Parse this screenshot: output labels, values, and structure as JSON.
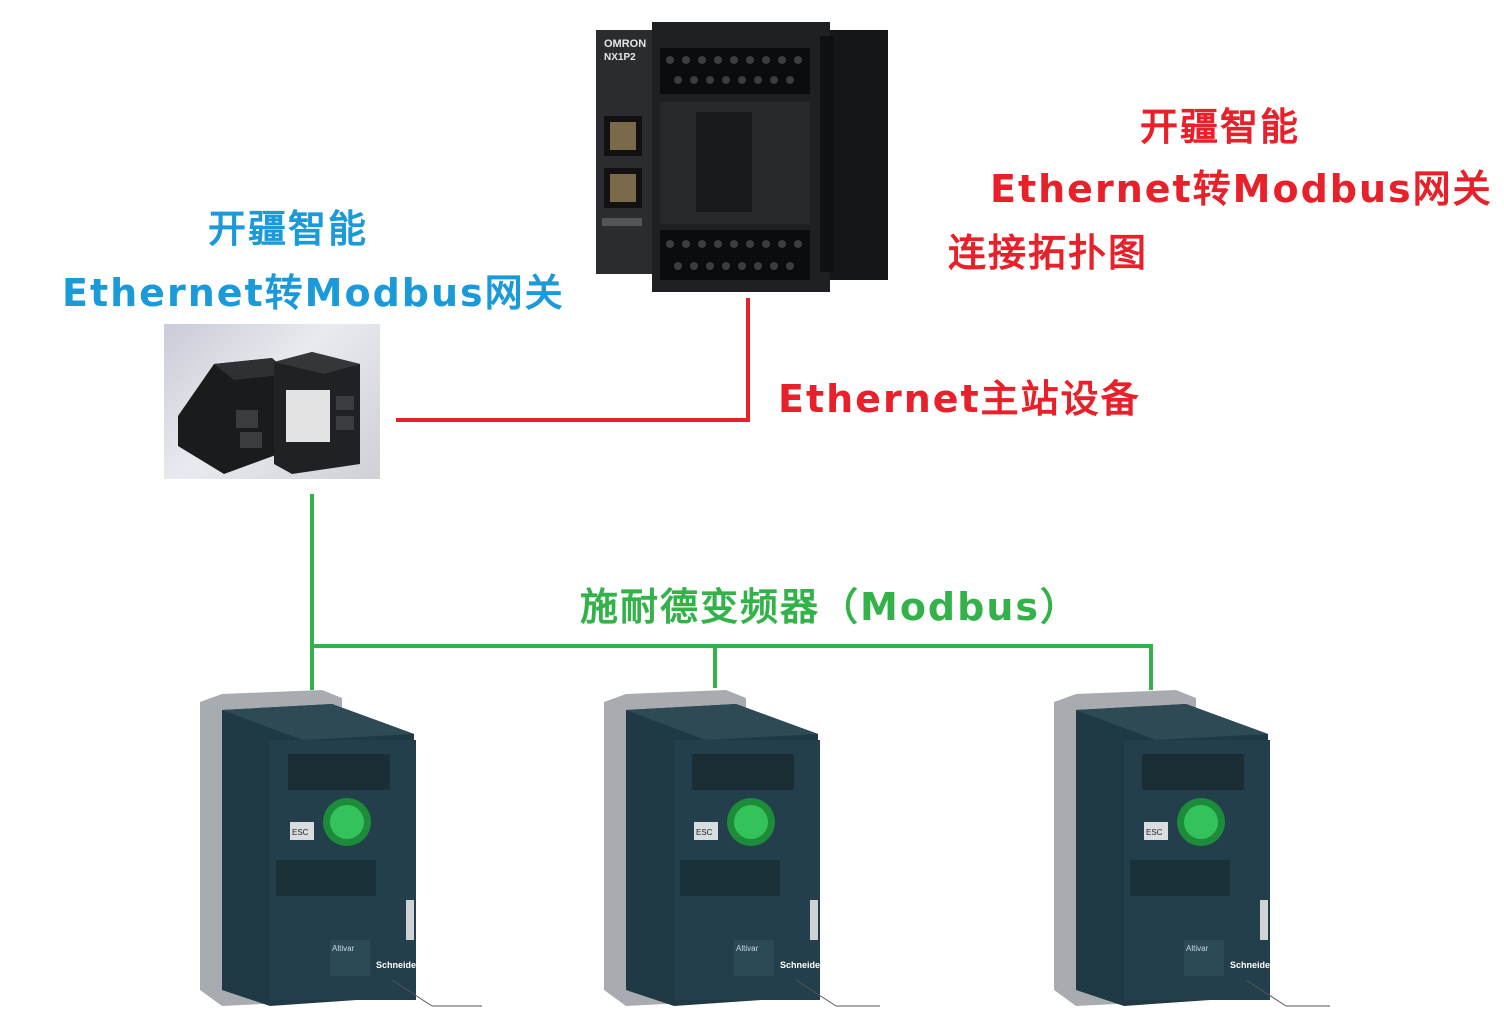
{
  "title": {
    "line1": "开疆智能",
    "line2": "Ethernet转Modbus网关",
    "line3": "连接拓扑图"
  },
  "gateway": {
    "line1": "开疆智能",
    "line2": "Ethernet转Modbus网关"
  },
  "master": {
    "label": "Ethernet主站设备",
    "brand": "OMRON",
    "model": "NX1P2"
  },
  "bus": {
    "label": "施耐德变频器（Modbus）"
  },
  "drives": [
    {
      "brand": "Schneider",
      "series": "Altivar",
      "key": "ESC"
    },
    {
      "brand": "Schneider",
      "series": "Altivar",
      "key": "ESC"
    },
    {
      "brand": "Schneider",
      "series": "Altivar",
      "key": "ESC"
    }
  ],
  "colors": {
    "ethernet_line": "#e8202a",
    "modbus_line": "#33b24a",
    "gateway_text": "#1a9ad8",
    "title_text": "#e8202a"
  }
}
